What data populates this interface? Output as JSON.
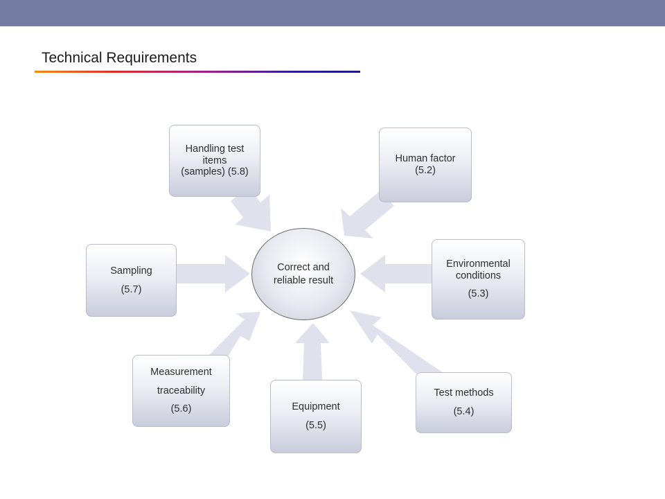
{
  "slide": {
    "title": "Technical Requirements"
  },
  "center": {
    "line1": "Correct and",
    "line2": "reliable result"
  },
  "nodes": {
    "handling": {
      "line1": "Handling test",
      "line2": "items",
      "line3": "(samples) (5.8)"
    },
    "human": {
      "line1": "Human factor",
      "line2": "(5.2)"
    },
    "environmental": {
      "line1": "Environmental",
      "line2": "conditions",
      "line3": "(5.3)"
    },
    "sampling": {
      "line1": "Sampling",
      "line2": "(5.7)"
    },
    "measurement": {
      "line1": "Measurement",
      "line2": "traceability",
      "line3": "(5.6)"
    },
    "equipment": {
      "line1": "Equipment",
      "line2": "(5.5)"
    },
    "test_methods": {
      "line1": "Test methods",
      "line2": "(5.4)"
    }
  },
  "colors": {
    "header_bar": "#737ca3",
    "arrow_fill": "#dfe2ec"
  }
}
